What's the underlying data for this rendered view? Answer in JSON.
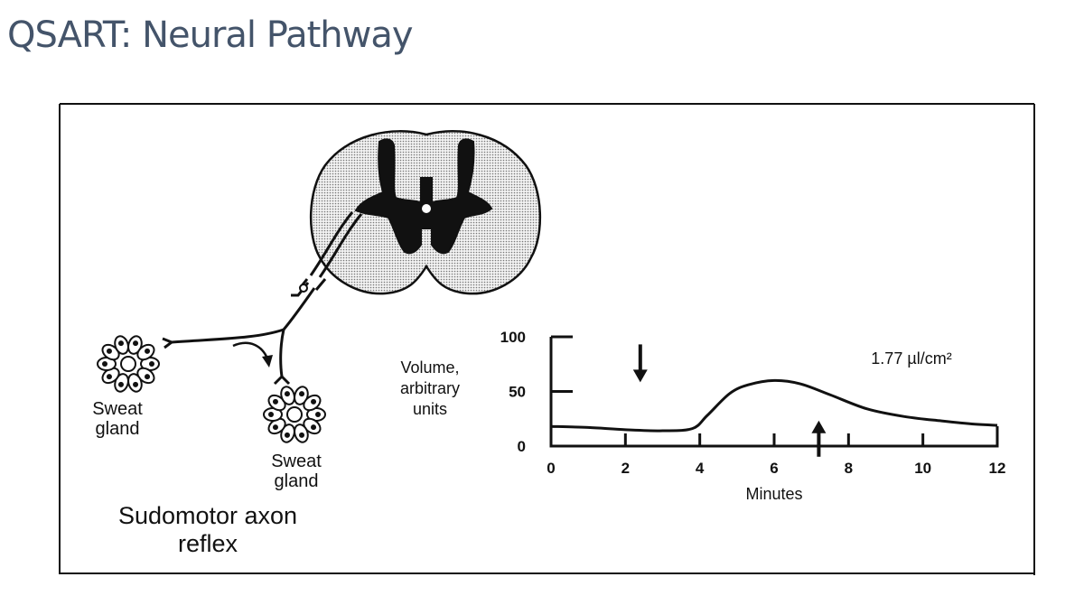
{
  "slide": {
    "title": "QSART: Neural Pathway"
  },
  "diagram": {
    "gland_left_label": [
      "Sweat",
      "gland"
    ],
    "gland_right_label": [
      "Sweat",
      "gland"
    ],
    "caption": [
      "Sudomotor axon",
      "reflex"
    ],
    "arrow_icon": "curved-arrow-icon",
    "cord_icon": "spinal-cord-cross-section-icon"
  },
  "chart_data": {
    "type": "line",
    "ylabel": [
      "Volume,",
      "arbitrary",
      "units"
    ],
    "xlabel": "Minutes",
    "x_ticks": [
      "0",
      "2",
      "4",
      "6",
      "8",
      "10",
      "12"
    ],
    "y_ticks": [
      "0",
      "50",
      "100"
    ],
    "xlim": [
      0,
      12
    ],
    "ylim": [
      0,
      100
    ],
    "annotation": "1.77 µl/cm²",
    "markers": [
      {
        "direction": "down",
        "x": 2.4,
        "y": 60
      },
      {
        "direction": "up",
        "x": 7.2,
        "y": 20
      }
    ],
    "series": [
      {
        "x": [
          0,
          1,
          2,
          3,
          3.8,
          4.2,
          4.8,
          5.3,
          6,
          6.7,
          7.5,
          8.5,
          9.5,
          10.5,
          11.4,
          12
        ],
        "y": [
          18,
          17,
          15,
          14,
          16,
          28,
          48,
          56,
          60,
          57,
          47,
          34,
          27,
          23,
          20,
          19
        ]
      }
    ]
  }
}
